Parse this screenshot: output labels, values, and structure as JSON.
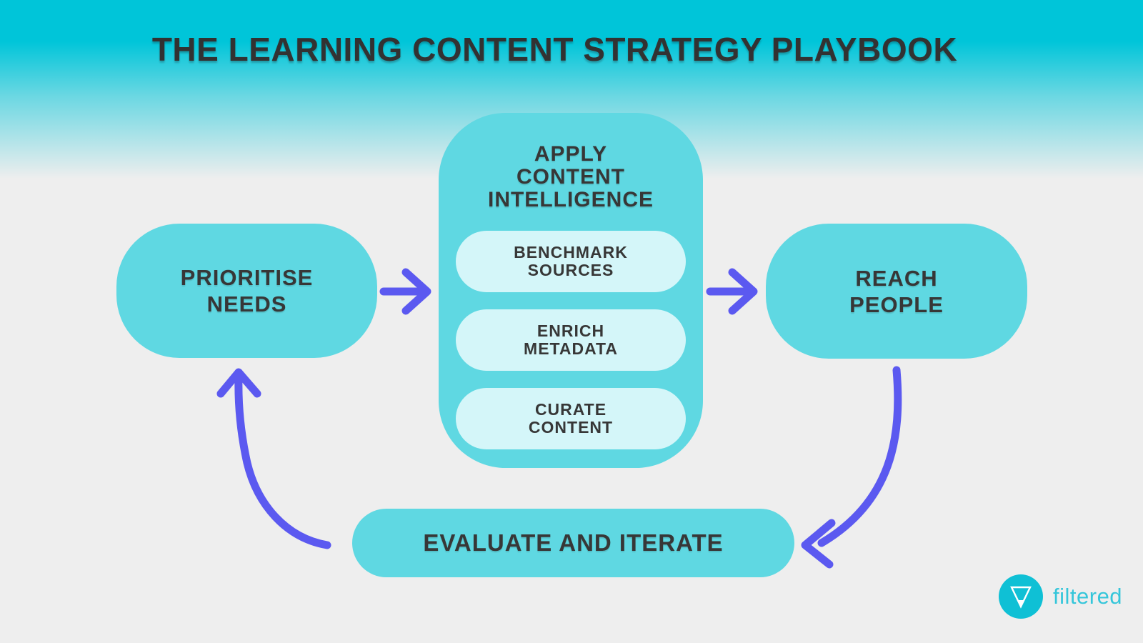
{
  "title": "THE LEARNING CONTENT STRATEGY PLAYBOOK",
  "flow": {
    "step1": {
      "lines": [
        "PRIORITISE",
        "NEEDS"
      ]
    },
    "step2": {
      "lines": [
        "APPLY",
        "CONTENT",
        "INTELLIGENCE"
      ],
      "substeps": [
        {
          "lines": [
            "BENCHMARK",
            "SOURCES"
          ]
        },
        {
          "lines": [
            "ENRICH",
            "METADATA"
          ]
        },
        {
          "lines": [
            "CURATE",
            "CONTENT"
          ]
        }
      ]
    },
    "step3": {
      "lines": [
        "REACH",
        "PEOPLE"
      ]
    },
    "step4": {
      "label": "EVALUATE AND ITERATE"
    }
  },
  "arrows": [
    {
      "name": "prioritise-to-apply",
      "direction": "right"
    },
    {
      "name": "apply-to-reach",
      "direction": "right"
    },
    {
      "name": "reach-to-evaluate",
      "direction": "curved-down-left"
    },
    {
      "name": "evaluate-to-prioritise",
      "direction": "curved-up"
    }
  ],
  "logo": {
    "wordmark": "filtered",
    "icon": "funnel-icon"
  },
  "colors": {
    "header_gradient_top": "#00c5d9",
    "background": "#eeeeee",
    "node_fill": "#5fd8e2",
    "substep_fill": "#d4f6f9",
    "arrow": "#5b59f0",
    "text": "#373737",
    "logo_circle": "#0fc0d5",
    "logo_text": "#35c6da"
  }
}
